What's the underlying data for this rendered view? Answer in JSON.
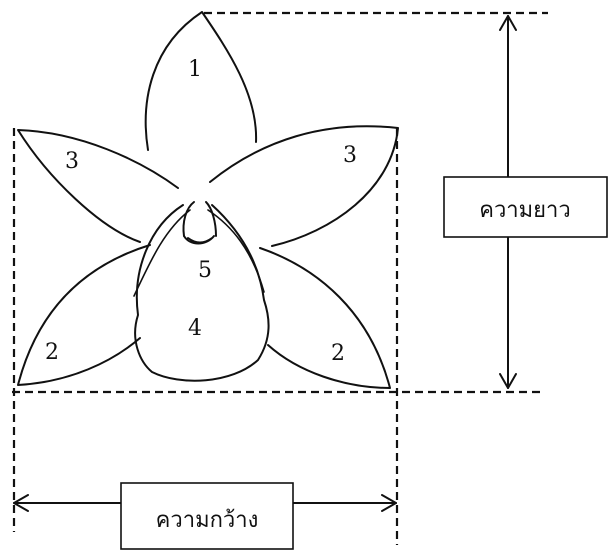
{
  "labels": {
    "dorsal_sepal": "1",
    "lateral_sepal_left": "2",
    "lateral_sepal_right": "2",
    "petal_left": "3",
    "petal_right": "3",
    "lip": "4",
    "column": "5"
  },
  "dimensions": {
    "length_label": "ความยาว",
    "width_label": "ความกว้าง"
  },
  "colors": {
    "line": "#111111",
    "background": "#ffffff"
  }
}
